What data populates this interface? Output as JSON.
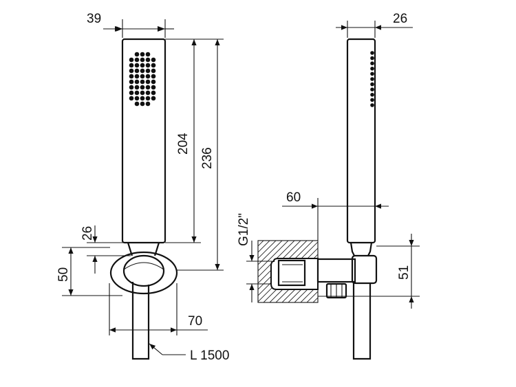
{
  "front_view": {
    "dim_width": "39",
    "dim_head_length": "204",
    "dim_total_length": "236",
    "dim_bracket_height": "26",
    "dim_plate_height": "50",
    "dim_plate_width": "70",
    "hose_label": "L 1500"
  },
  "side_view": {
    "dim_depth": "26",
    "dim_projection": "60",
    "dim_connection": "G1/2\"",
    "dim_outlet_height": "51"
  }
}
